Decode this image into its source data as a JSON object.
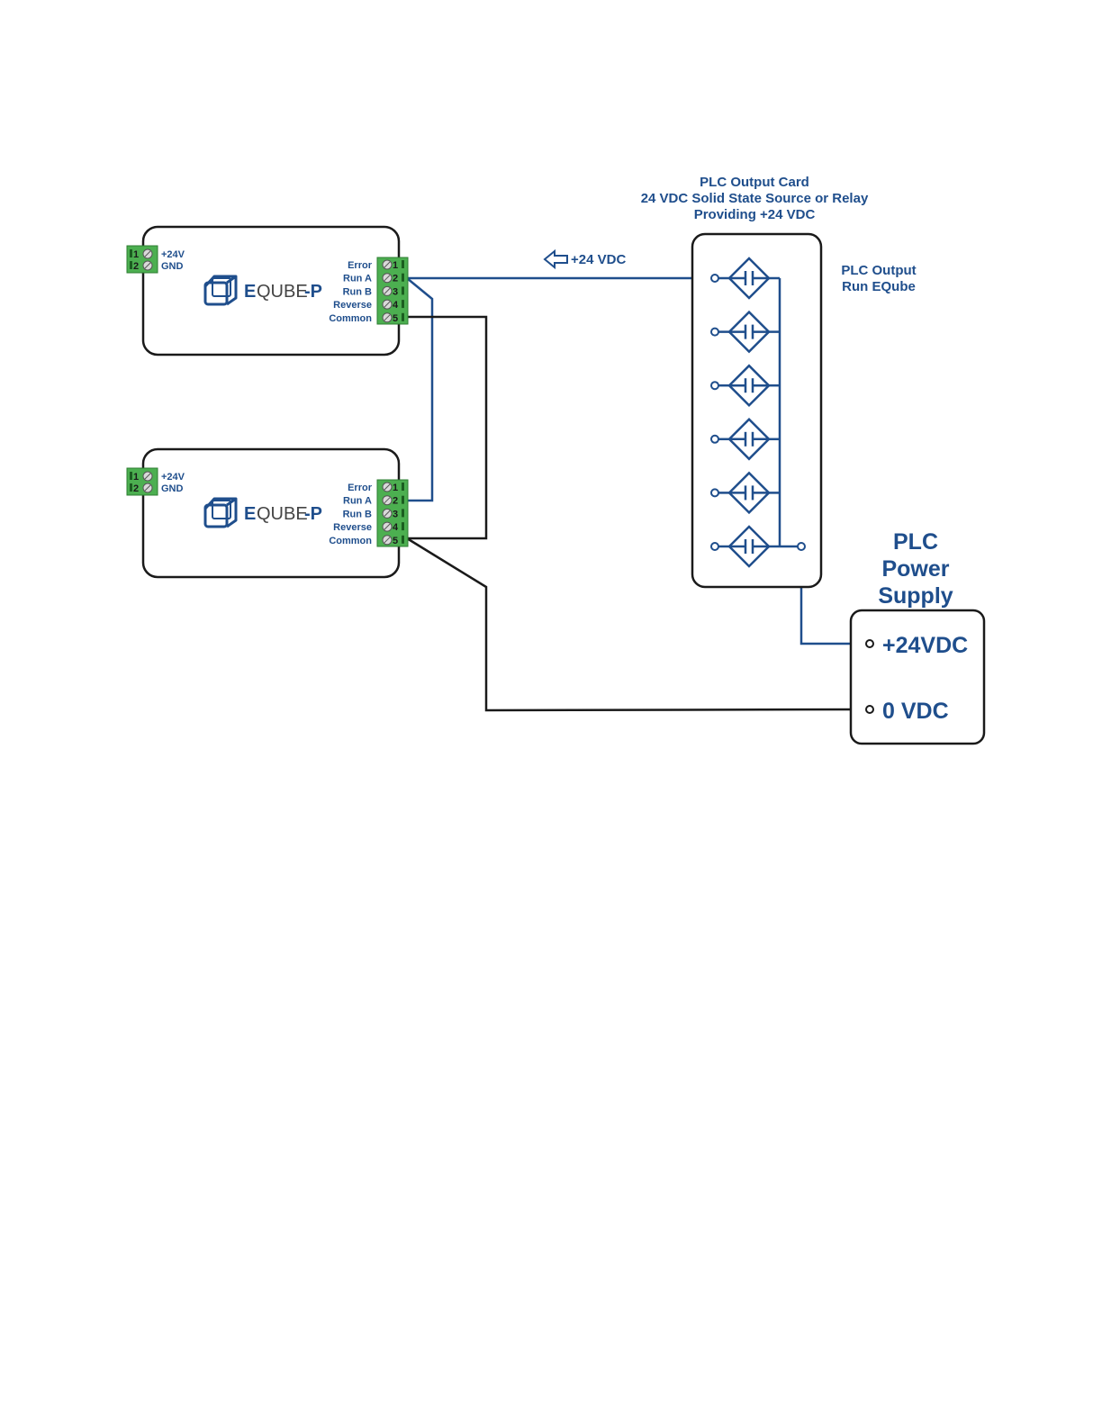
{
  "equbes": [
    {
      "name": "eqube-top",
      "brand_prefix": "E",
      "brand_main": "QUBE",
      "brand_suffix": "-P",
      "power_pins": [
        {
          "num": "1",
          "label": "+24V"
        },
        {
          "num": "2",
          "label": "GND"
        }
      ],
      "io_pins": [
        {
          "num": "1",
          "label": "Error"
        },
        {
          "num": "2",
          "label": "Run A"
        },
        {
          "num": "3",
          "label": "Run B"
        },
        {
          "num": "4",
          "label": "Reverse"
        },
        {
          "num": "5",
          "label": "Common"
        }
      ]
    },
    {
      "name": "eqube-bottom",
      "brand_prefix": "E",
      "brand_main": "QUBE",
      "brand_suffix": "-P",
      "power_pins": [
        {
          "num": "1",
          "label": "+24V"
        },
        {
          "num": "2",
          "label": "GND"
        }
      ],
      "io_pins": [
        {
          "num": "1",
          "label": "Error"
        },
        {
          "num": "2",
          "label": "Run A"
        },
        {
          "num": "3",
          "label": "Run B"
        },
        {
          "num": "4",
          "label": "Reverse"
        },
        {
          "num": "5",
          "label": "Common"
        }
      ]
    }
  ],
  "plc_card": {
    "title_lines": [
      "PLC Output Card",
      "24 VDC Solid State Source or Relay",
      "Providing +24 VDC"
    ],
    "output_count": 6,
    "side_label_lines": [
      "PLC Output",
      "Run EQube"
    ]
  },
  "signal_arrow_label": "+24 VDC",
  "power_supply": {
    "title_lines": [
      "PLC",
      "Power",
      "Supply"
    ],
    "positive_label": "+24VDC",
    "negative_label": "0 VDC"
  },
  "colors": {
    "label_blue": "#1f4e8c",
    "terminal_green": "#4caf50",
    "wire_black": "#1a1a1a"
  }
}
